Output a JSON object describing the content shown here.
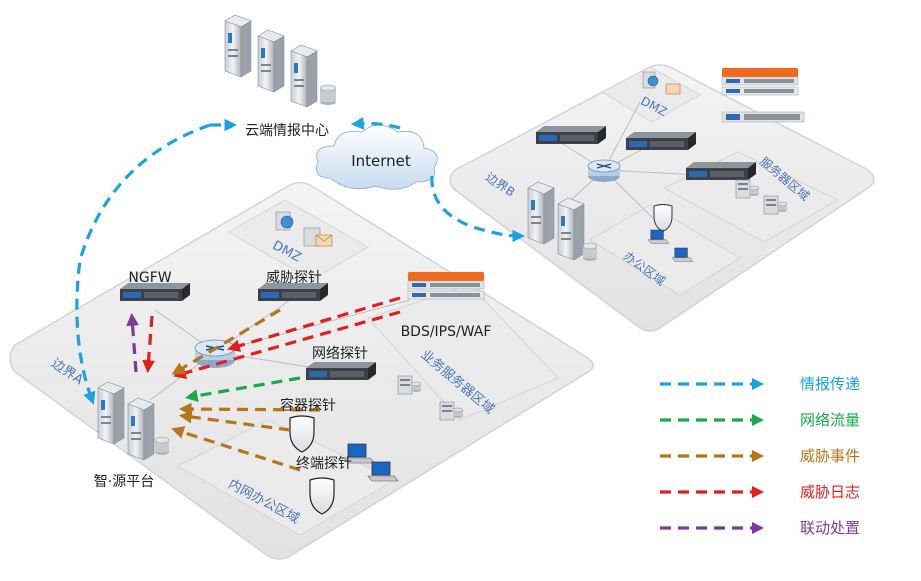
{
  "nodes": {
    "cloud_center": "云端情报中心",
    "internet": "Internet",
    "ngfw": "NGFW",
    "threat_probe": "威胁探针",
    "bds": "BDS/IPS/WAF",
    "network_probe": "网络探针",
    "container_probe": "容器探针",
    "endpoint_probe": "终端探针",
    "platform": "智·源平台"
  },
  "zones": {
    "dmz_a": "DMZ",
    "dmz_b": "DMZ",
    "border_a": "边界A",
    "border_b": "边界B",
    "business_servers": "业务服务器区域",
    "intranet_office": "内网办公区域",
    "server_zone": "服务器区域",
    "office_zone": "办公区域"
  },
  "legend": [
    {
      "label": "情报传递",
      "color": "#1aa3dd"
    },
    {
      "label": "网络流量",
      "color": "#1aa84a"
    },
    {
      "label": "威胁事件",
      "color": "#b8741a"
    },
    {
      "label": "威胁日志",
      "color": "#e21f1f"
    },
    {
      "label": "联动处置",
      "color": "#7b3aa0"
    }
  ]
}
